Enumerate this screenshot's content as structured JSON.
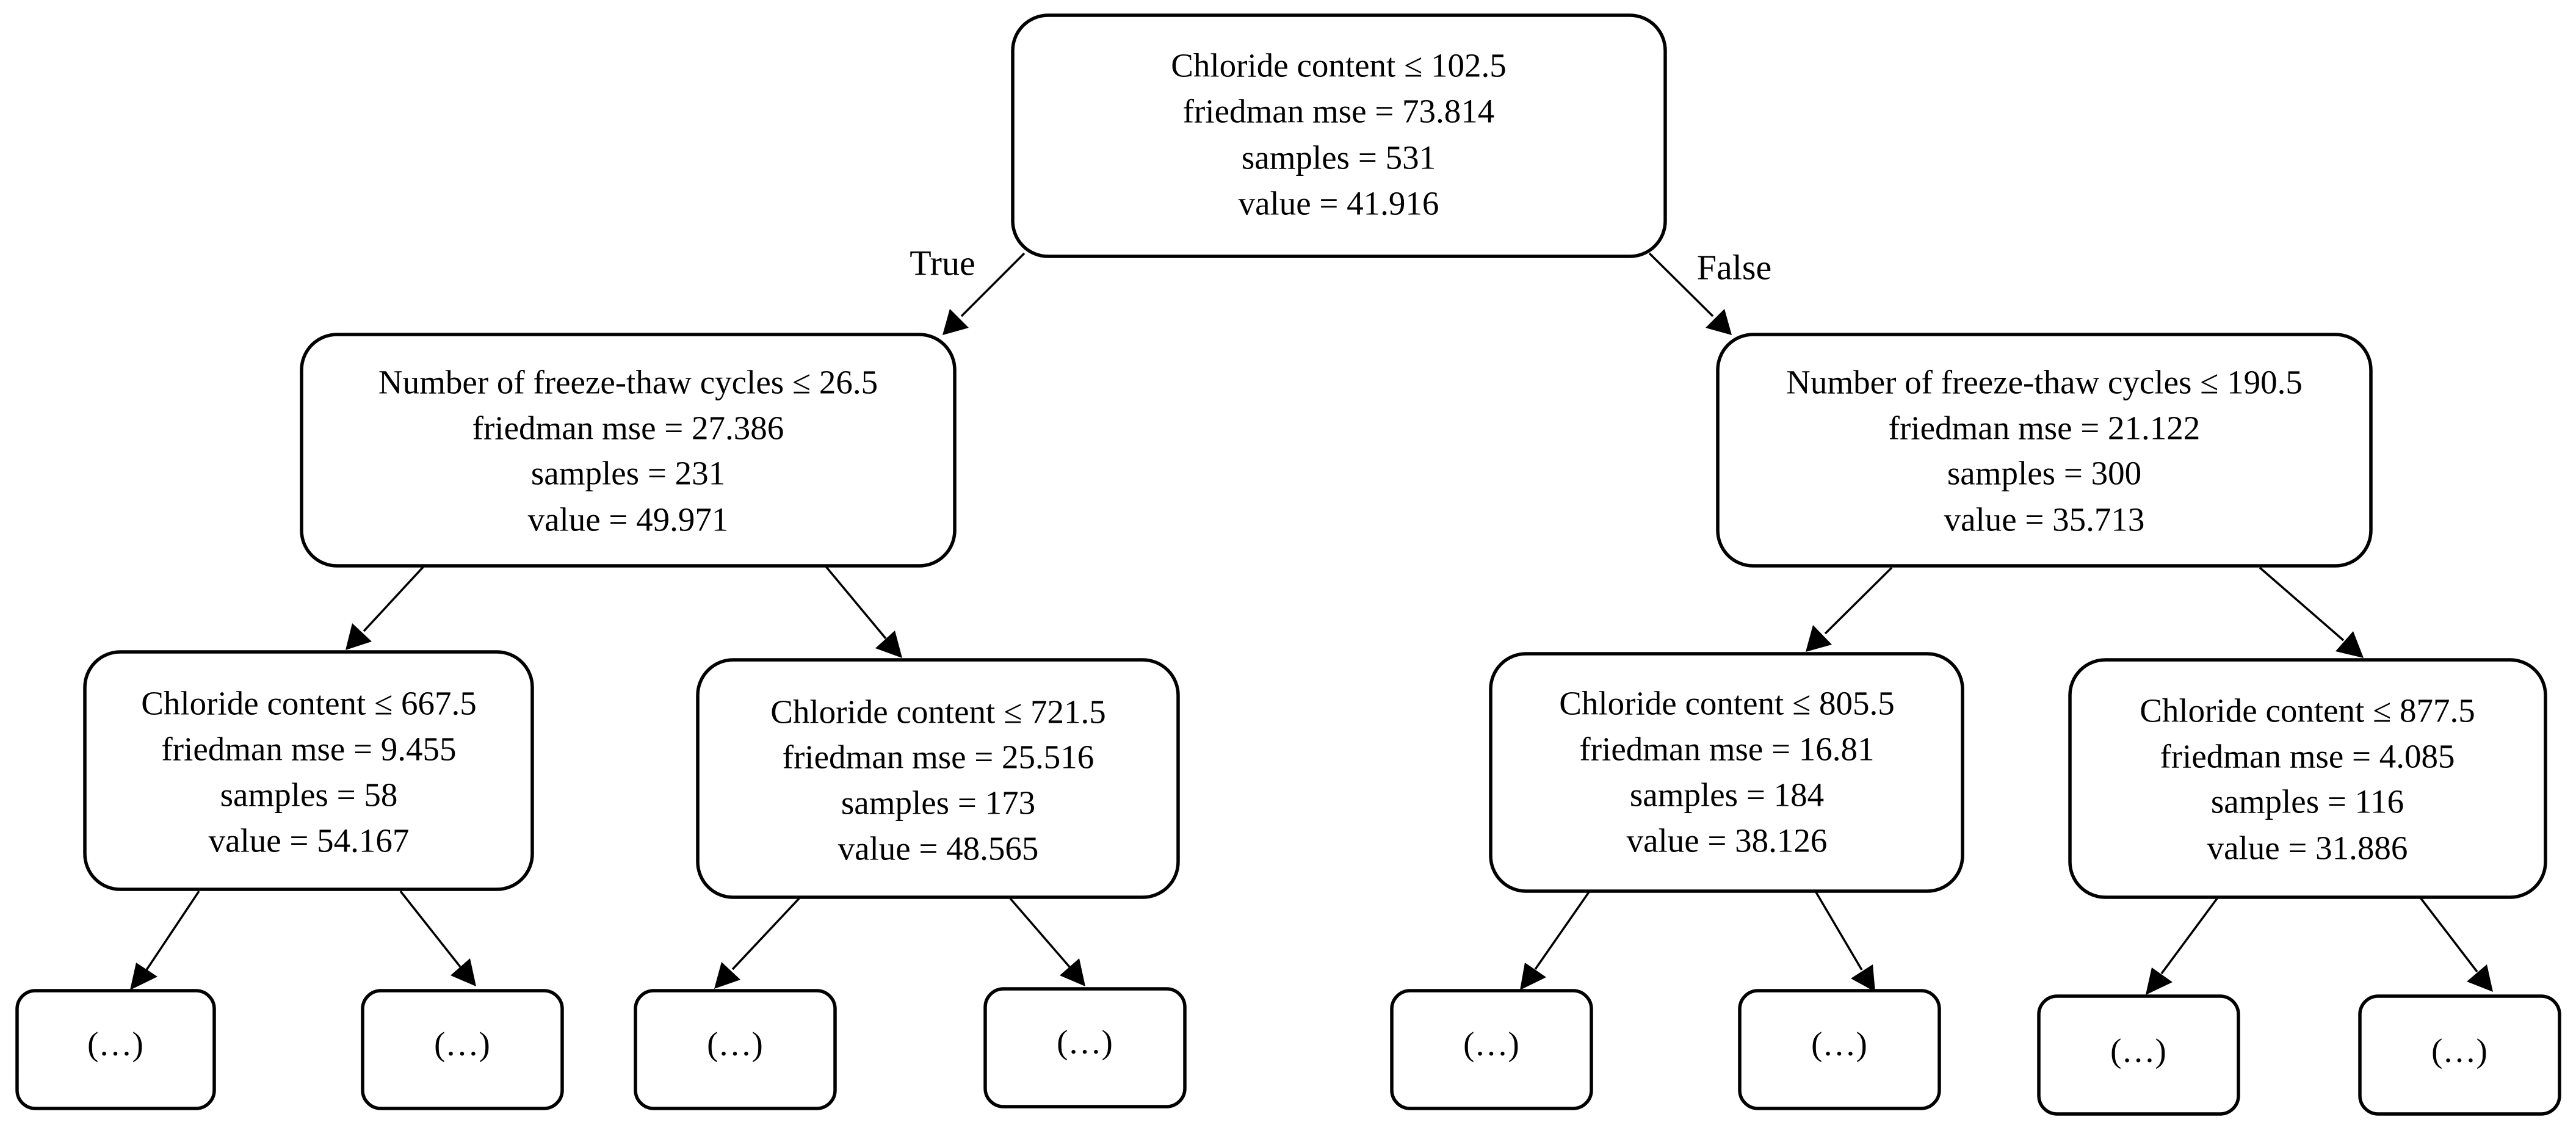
{
  "tree": {
    "root": {
      "split": "Chloride content ≤ 102.5",
      "mse": "friedman mse = 73.814",
      "samples": "samples = 531",
      "value": "value = 41.916"
    },
    "edge_true_label": "True",
    "edge_false_label": "False",
    "left": {
      "split": "Number of freeze-thaw cycles ≤ 26.5",
      "mse": "friedman mse = 27.386",
      "samples": "samples = 231",
      "value": "value = 49.971"
    },
    "right": {
      "split": "Number of freeze-thaw cycles ≤ 190.5",
      "mse": "friedman mse = 21.122",
      "samples": "samples = 300",
      "value": "value = 35.713"
    },
    "left_left": {
      "split": "Chloride content ≤ 667.5",
      "mse": "friedman mse = 9.455",
      "samples": "samples = 58",
      "value": "value = 54.167"
    },
    "left_right": {
      "split": "Chloride content ≤ 721.5",
      "mse": "friedman mse = 25.516",
      "samples": "samples = 173",
      "value": "value = 48.565"
    },
    "right_left": {
      "split": "Chloride content ≤ 805.5",
      "mse": "friedman mse = 16.81",
      "samples": "samples = 184",
      "value": "value = 38.126"
    },
    "right_right": {
      "split": "Chloride content ≤ 877.5",
      "mse": "friedman mse = 4.085",
      "samples": "samples = 116",
      "value": "value = 31.886"
    },
    "truncated_leaf_text": "(…)"
  }
}
